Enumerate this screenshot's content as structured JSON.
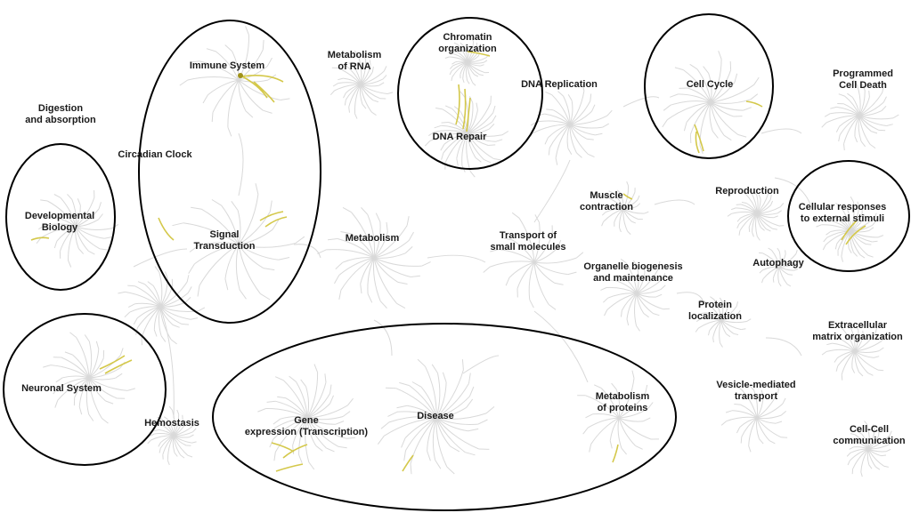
{
  "colors": {
    "background": "#ffffff",
    "tree": "#d9d9d9",
    "highlight": "#d4c84a",
    "highlight_dot": "#a0921a",
    "circle": "#000000",
    "text": "#1a1a1a"
  },
  "labels": {
    "digestion": "Digestion\nand absorption",
    "circadian": "Circadian Clock",
    "developmental": "Developmental\nBiology",
    "immune": "Immune System",
    "signal": "Signal\nTransduction",
    "rna": "Metabolism\nof RNA",
    "metabolism": "Metabolism",
    "chromatin": "Chromatin\norganization",
    "dna_repair": "DNA Repair",
    "dna_replication": "DNA Replication",
    "transport_small": "Transport of\nsmall molecules",
    "muscle": "Muscle\ncontraction",
    "organelle": "Organelle biogenesis\nand maintenance",
    "cell_cycle": "Cell Cycle",
    "programmed": "Programmed\nCell Death",
    "reproduction": "Reproduction",
    "cellular_responses": "Cellular responses\nto external stimuli",
    "autophagy": "Autophagy",
    "protein_loc": "Protein\nlocalization",
    "ecm": "Extracellular\nmatrix organization",
    "neuronal": "Neuronal System",
    "hemostasis": "Hemostasis",
    "gene_expr": "Gene\nexpression (Transcription)",
    "disease": "Disease",
    "metab_proteins": "Metabolism\nof proteins",
    "vesicle": "Vesicle-mediated\ntransport",
    "cell_cell": "Cell-Cell\ncommunication"
  }
}
